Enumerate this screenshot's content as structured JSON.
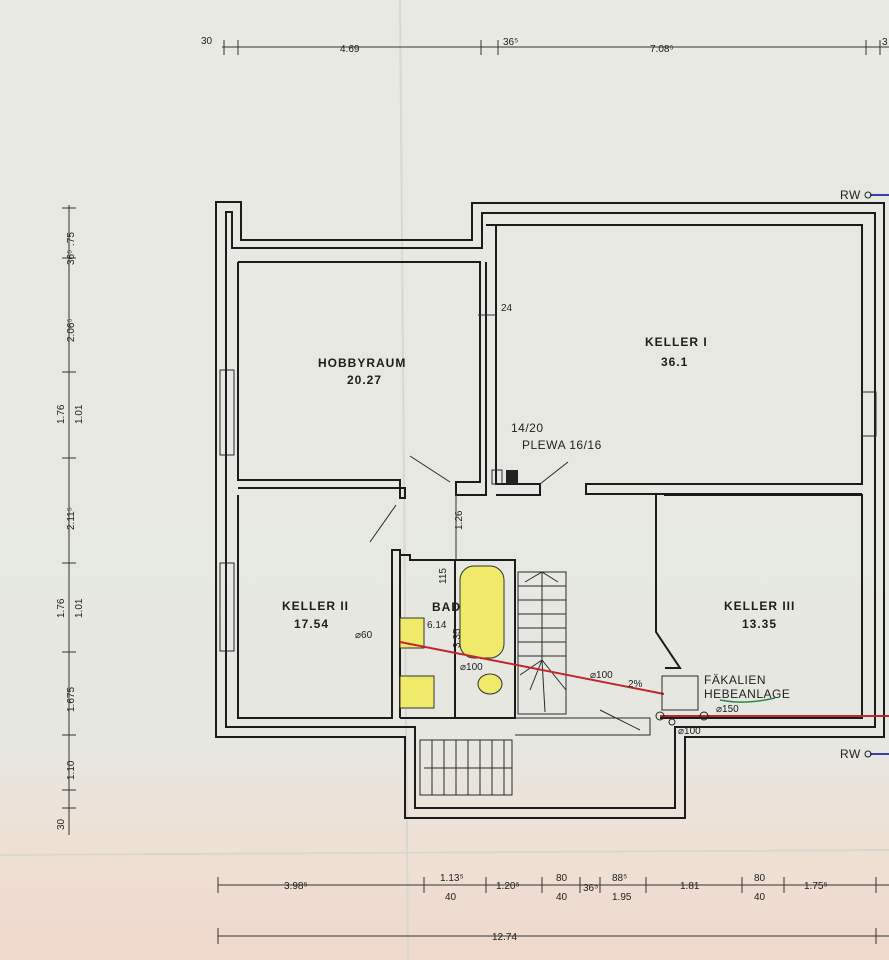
{
  "rooms": {
    "hobbyraum": {
      "name": "HOBBYRAUM",
      "area": "20.27"
    },
    "keller1": {
      "name": "KELLER I",
      "area": "36.1"
    },
    "keller2": {
      "name": "KELLER II",
      "area": "17.54"
    },
    "keller3": {
      "name": "KELLER III",
      "area": "13.35"
    },
    "bad": {
      "name": "BAD",
      "area": "6.14"
    }
  },
  "labels": {
    "plewa_a": "14/20",
    "plewa_b": "PLEWA 16/16",
    "faekalien_1": "FÄKALIEN",
    "faekalien_2": "HEBEANLAGE",
    "rw_top": "RW",
    "rw_bottom": "RW",
    "d60": "⌀60",
    "d100_a": "⌀100",
    "d100_b": "⌀100",
    "d100_c": "⌀100",
    "d150": "⌀150",
    "slope": "2%",
    "wall24": "24",
    "d126": "1.26",
    "d115": "115",
    "d335": "3.35"
  },
  "dims": {
    "top": [
      "30",
      "4.69",
      "36⁵",
      "7.08⁵",
      "3"
    ],
    "left": [
      ".75",
      "36⁵",
      "2.06⁵",
      "1.76",
      "1.01",
      "2.11⁵",
      "1.76",
      "1.01",
      "1.675",
      "1.10",
      "30"
    ],
    "bottom1": [
      "3.98⁵",
      "1.13⁵",
      "40",
      "1.20⁵",
      "80",
      "40",
      "36⁵",
      "88⁵",
      "1.95",
      "1.81",
      "80",
      "40",
      "1.75⁵"
    ],
    "bottom2": [
      "12.74"
    ]
  },
  "colors": {
    "fixture": "#f0ea6a",
    "pipe": "#c0262c",
    "rw": "#3a3fb0",
    "mark": "#2a8a4a"
  }
}
